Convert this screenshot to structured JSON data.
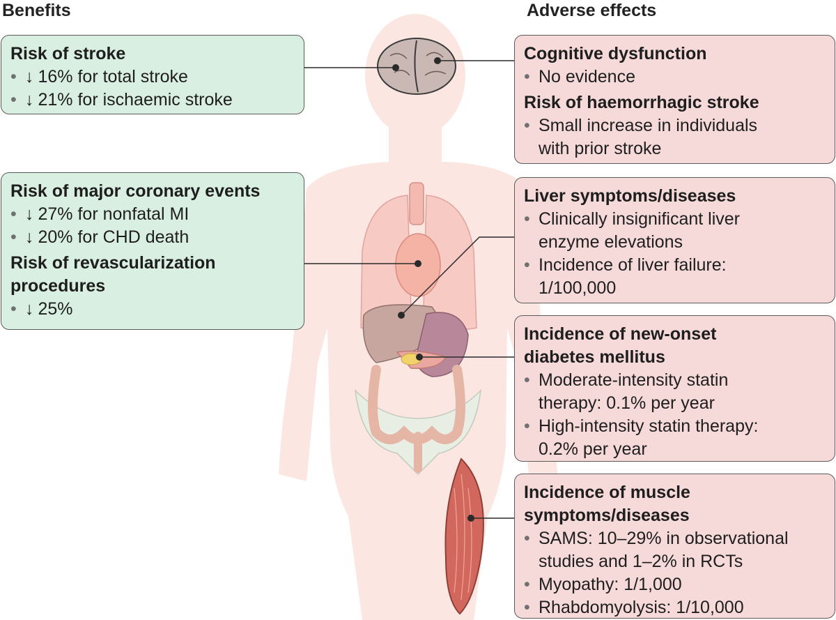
{
  "headers": {
    "benefits": "Benefits",
    "adverse": "Adverse effects"
  },
  "benefits": {
    "stroke": {
      "title": "Risk of stroke",
      "items": [
        "16% for total stroke",
        "21% for ischaemic stroke"
      ]
    },
    "coronary": {
      "title": "Risk of major coronary events",
      "items": [
        "27% for nonfatal MI",
        "20% for CHD death"
      ]
    },
    "revasc": {
      "title_1": "Risk of revascularization",
      "title_2": "procedures",
      "items": [
        "25%"
      ]
    },
    "decrease_symbol": "↓",
    "bullet": "•"
  },
  "adverse": {
    "cognitive": {
      "title": "Cognitive dysfunction",
      "items": [
        "No evidence"
      ]
    },
    "haemorrhagic": {
      "title": "Risk of haemorrhagic stroke",
      "item_1": [
        "Small increase in individuals",
        "with prior stroke"
      ]
    },
    "liver": {
      "title": "Liver symptoms/diseases",
      "item_1": [
        "Clinically insignificant liver",
        "enzyme elevations"
      ],
      "item_2": [
        "Incidence of  liver failure:",
        "1/100,000"
      ]
    },
    "diabetes": {
      "title_1": "Incidence of new-onset",
      "title_2": "diabetes mellitus",
      "item_1": [
        "Moderate-intensity statin",
        "therapy: 0.1% per year"
      ],
      "item_2": [
        "High-intensity statin therapy:",
        "0.2% per year"
      ]
    },
    "muscle": {
      "title_1": "Incidence of  muscle",
      "title_2": "symptoms/diseases",
      "item_1": [
        "SAMS: 10–29% in observational",
        "studies and 1–2%  in RCTs"
      ],
      "item_2": [
        "Myopathy: 1/1,000"
      ],
      "item_3": [
        "Rhabdomyolysis:  1/10,000"
      ]
    }
  },
  "colors": {
    "benefit_box": "#d9efe1",
    "adverse_box": "#f6d9d9",
    "body_silhouette": "#fbe6e2",
    "organ": "#f4b9b0",
    "brain": "#c9b8b3",
    "muscle": "#d2685d"
  }
}
